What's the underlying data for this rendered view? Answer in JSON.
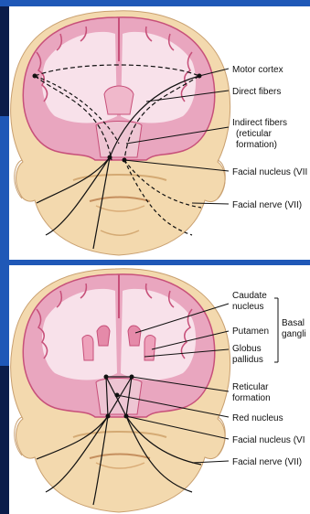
{
  "top_panel": {
    "labels": {
      "motor_cortex": "Motor cortex",
      "direct_fibers": "Direct fibers",
      "indirect_fibers_line1": "Indirect fibers",
      "indirect_fibers_line2": "(reticular",
      "indirect_fibers_line3": "formation)",
      "facial_nucleus": "Facial nucleus (VII",
      "facial_nerve": "Facial nerve (VII)"
    }
  },
  "bottom_panel": {
    "labels": {
      "caudate_line1": "Caudate",
      "caudate_line2": "nucleus",
      "putamen": "Putamen",
      "globus_line1": "Globus",
      "globus_line2": "pallidus",
      "basal_line1": "Basal",
      "basal_line2": "gangli",
      "reticular_line1": "Reticular",
      "reticular_line2": "formation",
      "red_nucleus": "Red nucleus",
      "facial_nucleus": "Facial nucleus (VI",
      "facial_nerve": "Facial nerve (VII)"
    }
  },
  "colors": {
    "background": "#1f58b7",
    "skin": "#f3d9ae",
    "skin_shadow": "#e2bd86",
    "brain": "#e9a6bf",
    "brain_dark": "#c7507a",
    "white_matter": "#f8e1ea"
  }
}
